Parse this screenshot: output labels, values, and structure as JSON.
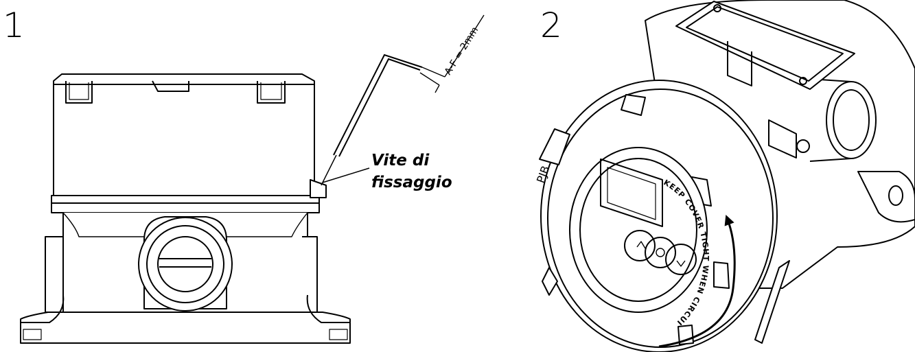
{
  "steps": [
    {
      "number": "1"
    },
    {
      "number": "2"
    }
  ],
  "callouts": {
    "screw_line1": "Vite di",
    "screw_line2": "fissaggio"
  },
  "dimension": {
    "text": "A-F = 2mm"
  },
  "cover_engraving": {
    "text": "KEEP COVER TIGHT WHEN CIRCUITS ALIVE",
    "mark": "PJB"
  },
  "colors": {
    "line": "#000000",
    "background": "#ffffff"
  }
}
